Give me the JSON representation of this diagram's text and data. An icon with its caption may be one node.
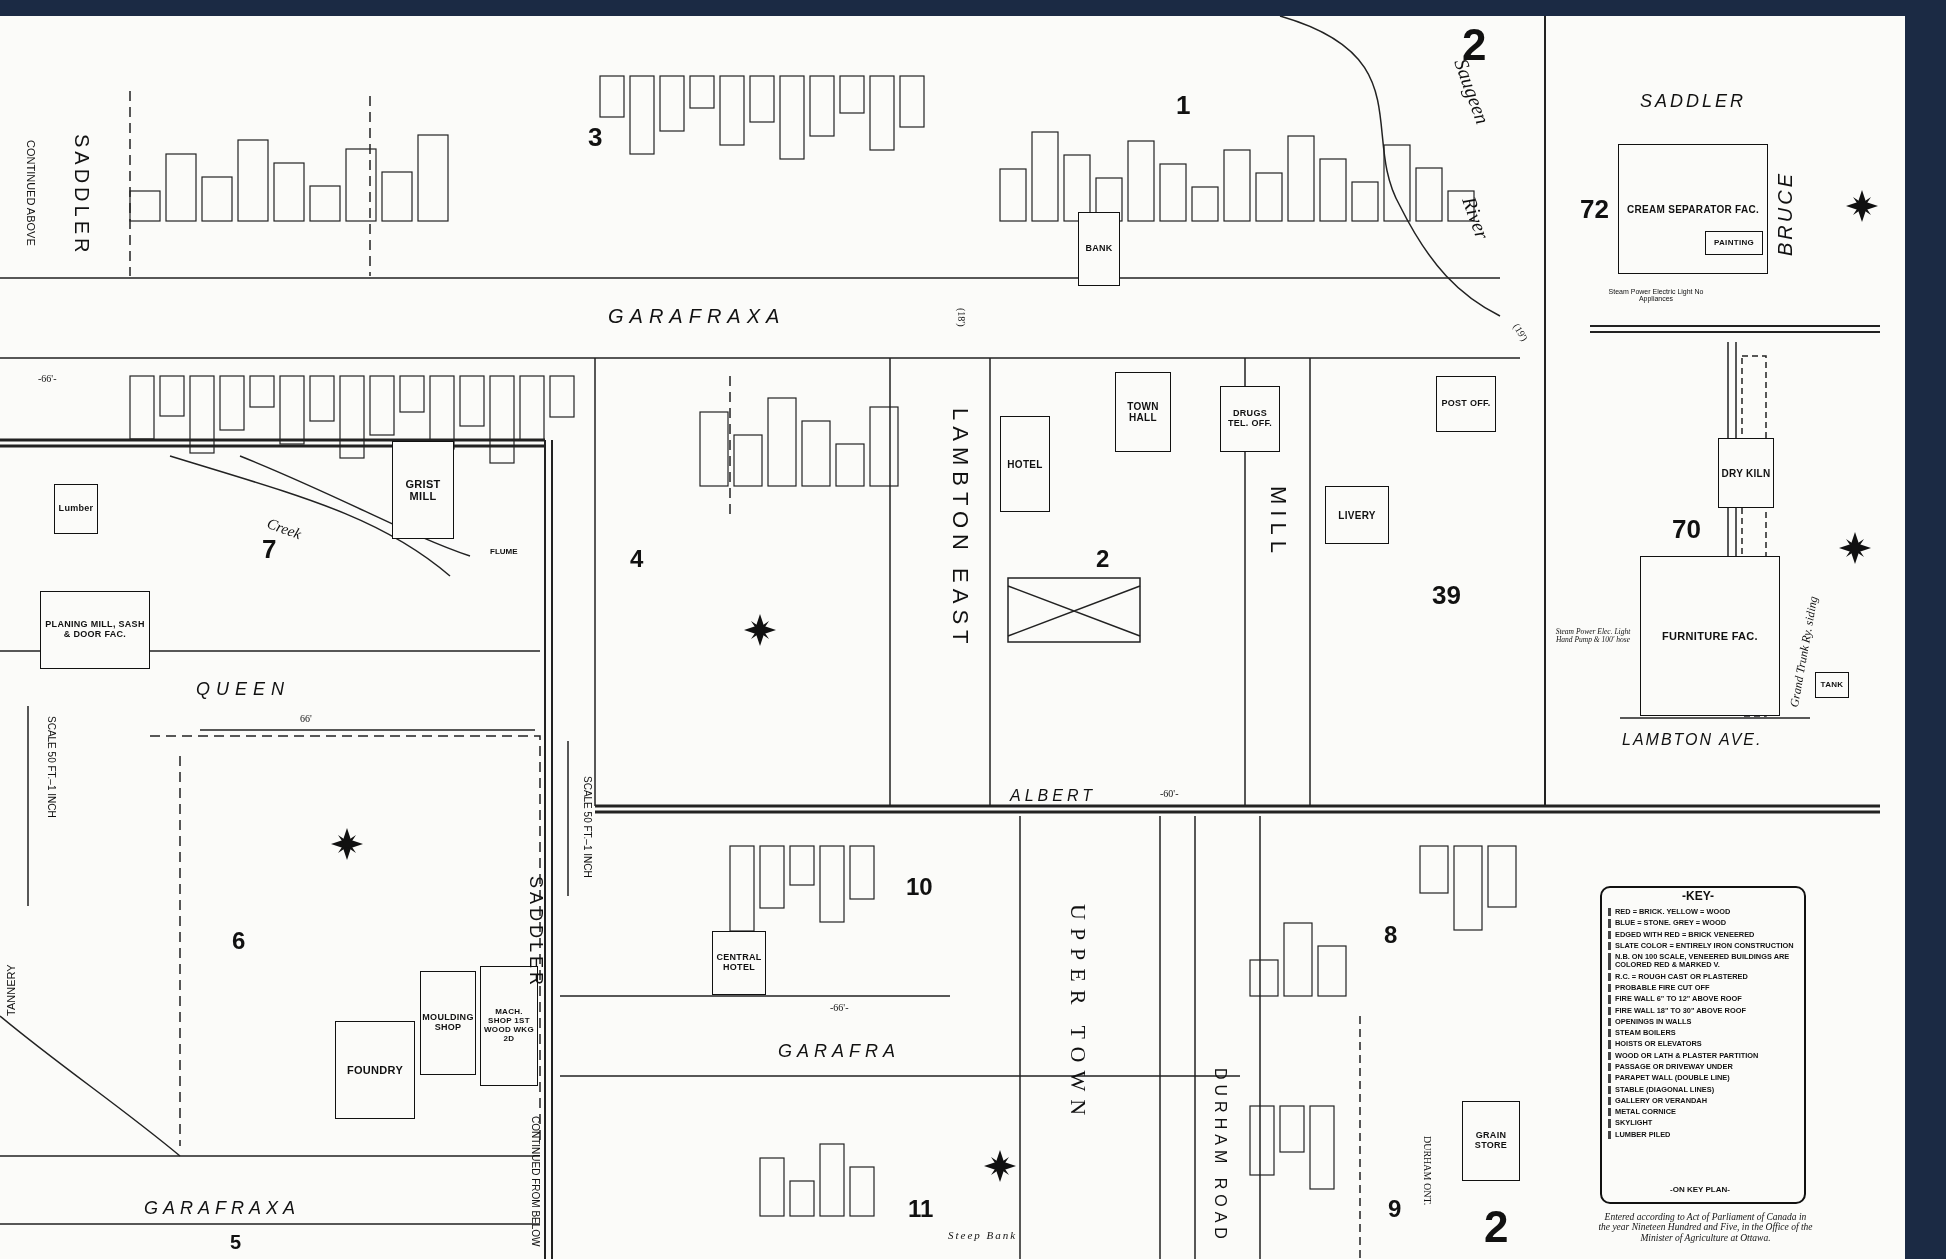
{
  "diagram": {
    "caption": "Entered according to Act of Parliament of Canada in the year Nineteen Hundred and Five, in the Office of the Minister of Agriculture at Ottawa.",
    "nodes": [
      {
        "text": [
          "CREAM SEPARATOR FAC."
        ]
      },
      {
        "text": [
          "PAINTING"
        ],
        "in": 0
      },
      {
        "text": [
          "DRY KILN"
        ]
      },
      {
        "text": [
          "FURNITURE FAC."
        ]
      },
      {
        "text": [
          "TANK"
        ]
      },
      {
        "text": [
          "GRIST MILL"
        ]
      },
      {
        "text": [
          "PLANING MILL, SASH & DOOR FAC."
        ]
      },
      {
        "text": [
          "Lumber"
        ]
      },
      {
        "text": [
          "FOUNDRY"
        ]
      },
      {
        "text": [
          "MOULDING SHOP"
        ]
      },
      {
        "text": [
          "MACH. SHOP 1ST WOOD WKG 2D"
        ]
      },
      {
        "text": [
          "TOWN HALL"
        ]
      },
      {
        "text": [
          "HOTEL"
        ]
      },
      {
        "text": [
          "DRUGS TEL. OFF."
        ]
      },
      {
        "text": [
          "POST OFF."
        ]
      },
      {
        "text": [
          "LIVERY"
        ]
      },
      {
        "text": [
          "BANK"
        ]
      },
      {
        "text": [
          "CENTRAL HOTEL"
        ]
      },
      {
        "text": [
          "GRAIN STORE"
        ]
      }
    ],
    "labels": [
      "2",
      "SADDLER",
      "CONTINUED ABOVE",
      "3",
      "1",
      "Saugeen",
      "River",
      "SADDLER",
      "72",
      "BRUCE",
      "Steam Power Electric Light No Appliances",
      "-66'-",
      "GARAFRAXA",
      "(18')",
      "(19')",
      "LAMBTON EAST",
      "MILL",
      "4",
      "2",
      "39",
      "7",
      "Creek",
      "FLUME",
      "70",
      "Grand Trunk Ry. siding",
      "Steam Power Elec. Light Hand Pump & 100' hose",
      "QUEEN",
      "66'",
      "LAMBTON AVE.",
      "ALBERT",
      "-60'-",
      "SCALE 50 FT.–1 INCH",
      "SCALE 50 FT.–1 INCH",
      "6",
      "SADDLER",
      "10",
      "UPPER TOWN",
      "8",
      "DURHAM ROAD",
      "TANNERY",
      "GARAFRA",
      "-66'-",
      "CONTINUED FROM BELOW",
      "GARAFRAXA",
      "11",
      "9",
      "Steep Bank",
      "DURHAM ONT.",
      "5",
      "2",
      "-KEY-",
      "-ON KEY PLAN-"
    ],
    "legend": [
      {
        "text": "RED = BRICK. YELLOW = WOOD"
      },
      {
        "text": "BLUE = STONE. GREY = WOOD"
      },
      {
        "text": "EDGED WITH RED = BRICK VENEERED"
      },
      {
        "text": "SLATE COLOR = ENTIRELY IRON CONSTRUCTION"
      },
      {
        "text": "N.B. ON 100 SCALE, VENEERED BUILDINGS ARE COLORED RED & MARKED V."
      },
      {
        "text": "R.C. = ROUGH CAST OR PLASTERED"
      },
      {
        "text": "PROBABLE FIRE CUT OFF"
      },
      {
        "text": "FIRE WALL 6\" TO 12\" ABOVE ROOF"
      },
      {
        "text": "FIRE WALL 18\" TO 30\" ABOVE ROOF"
      },
      {
        "text": "OPENINGS IN WALLS"
      },
      {
        "text": "STEAM BOILERS"
      },
      {
        "text": "HOISTS OR ELEVATORS"
      },
      {
        "text": "WOOD OR LATH & PLASTER PARTITION"
      },
      {
        "text": "PASSAGE OR DRIVEWAY UNDER"
      },
      {
        "text": "PARAPET WALL (DOUBLE LINE)"
      },
      {
        "text": "STABLE (DIAGONAL LINES)"
      },
      {
        "text": "GALLERY OR VERANDAH"
      },
      {
        "text": "METAL CORNICE"
      },
      {
        "text": "SKYLIGHT"
      },
      {
        "text": "LUMBER PILED"
      }
    ]
  }
}
